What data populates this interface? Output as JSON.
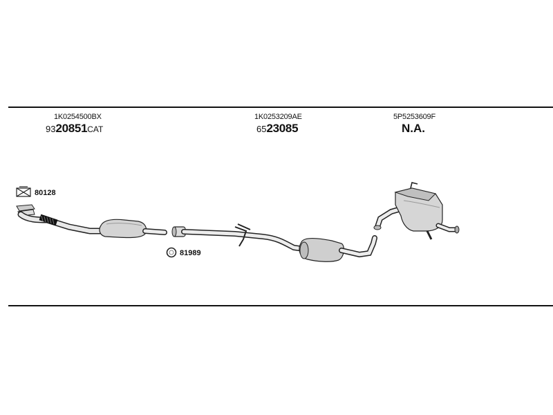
{
  "parts": {
    "front": {
      "oem": "1K0254500BX",
      "prefix": "93",
      "number": "20851",
      "suffix": "CAT"
    },
    "middle": {
      "oem": "1K0253209AE",
      "prefix": "65",
      "number": "23085"
    },
    "rear": {
      "oem": "5P5253609F",
      "na": "N.A."
    }
  },
  "accessories": {
    "gasket": {
      "label": "80128",
      "icon": "gasket-icon"
    },
    "clamp": {
      "label": "81989",
      "icon": "clamp-ring-icon"
    }
  }
}
